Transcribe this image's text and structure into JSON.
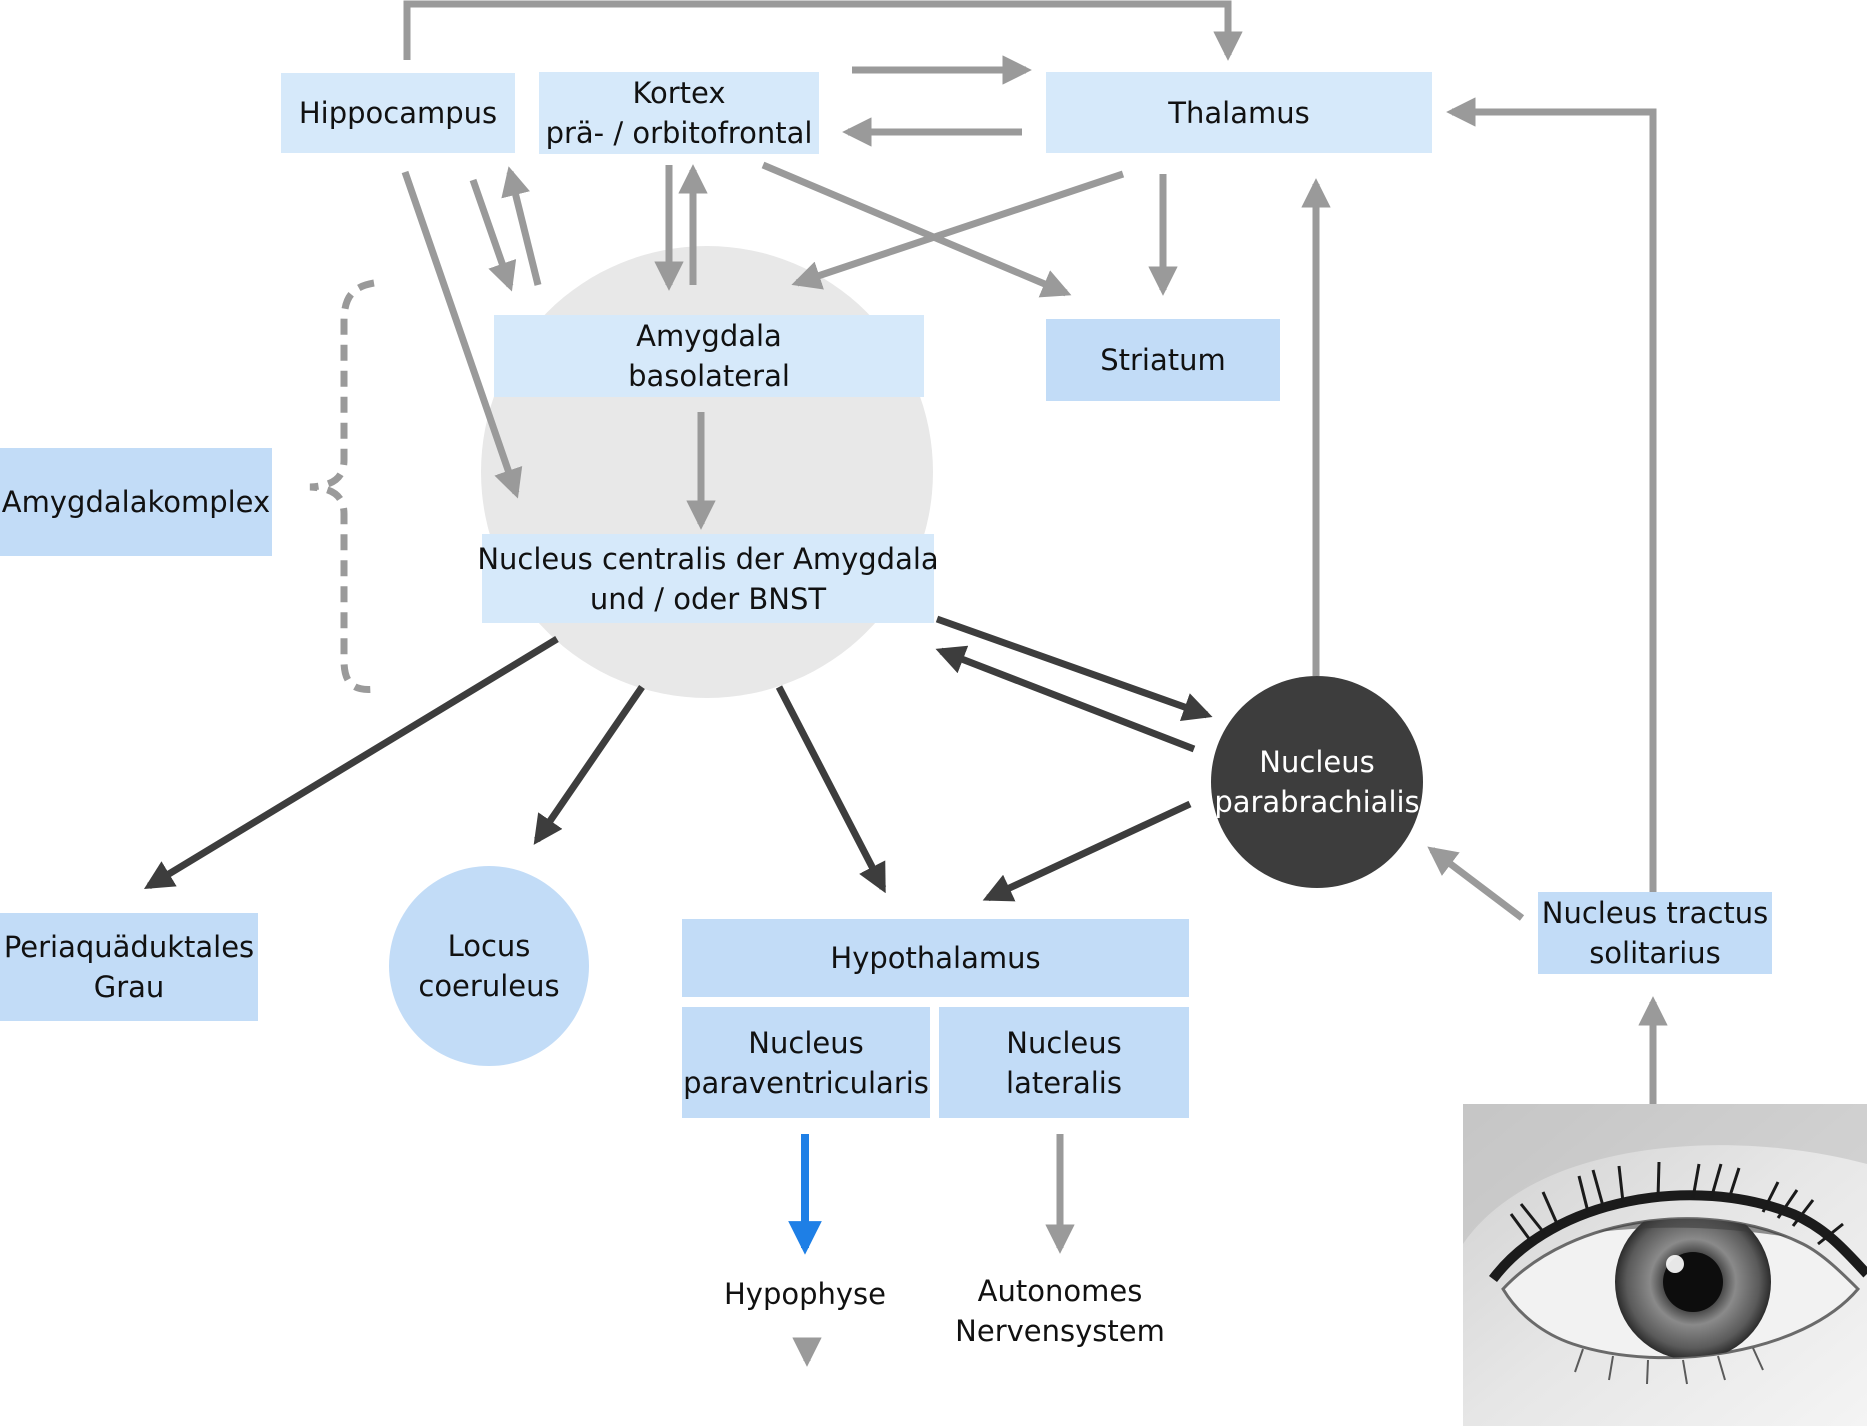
{
  "colors": {
    "box_light": "#d6e9fa",
    "box_mid": "#c2dcf7",
    "amygdala_circle": "#e8e8e8",
    "dark_node": "#3d3d3d",
    "arrow_gray": "#9a9a9a",
    "arrow_dark": "#3d3d3d",
    "arrow_blue": "#1e7fe6"
  },
  "nodes": {
    "hippocampus": {
      "lines": [
        "Hippocampus"
      ]
    },
    "kortex": {
      "lines": [
        "Kortex",
        "prä- / orbitofrontal"
      ]
    },
    "thalamus": {
      "lines": [
        "Thalamus"
      ]
    },
    "amygdala_basolateral": {
      "lines": [
        "Amygdala",
        "basolateral"
      ]
    },
    "striatum": {
      "lines": [
        "Striatum"
      ]
    },
    "amygdalakomplex": {
      "lines": [
        "Amygdalakomplex"
      ]
    },
    "nucleus_centralis": {
      "lines": [
        "Nucleus centralis der Amygdala",
        "und / oder BNST"
      ]
    },
    "nucleus_parabrachialis": {
      "lines": [
        "Nucleus",
        "parabrachialis"
      ]
    },
    "periaquaeduktales_grau": {
      "lines": [
        "Periaquäduktales",
        "Grau"
      ]
    },
    "locus_coeruleus": {
      "lines": [
        "Locus",
        "coeruleus"
      ]
    },
    "hypothalamus": {
      "lines": [
        "Hypothalamus"
      ]
    },
    "nucleus_paraventricularis": {
      "lines": [
        "Nucleus",
        "paraventricularis"
      ]
    },
    "nucleus_lateralis": {
      "lines": [
        "Nucleus",
        "lateralis"
      ]
    },
    "nucleus_tractus_solitarius": {
      "lines": [
        "Nucleus tractus",
        "solitarius"
      ]
    },
    "hypophyse": {
      "lines": [
        "Hypophyse"
      ]
    },
    "autonomes_nervensystem": {
      "lines": [
        "Autonomes",
        "Nervensystem"
      ]
    }
  },
  "image": {
    "icon": "eye-photo"
  }
}
